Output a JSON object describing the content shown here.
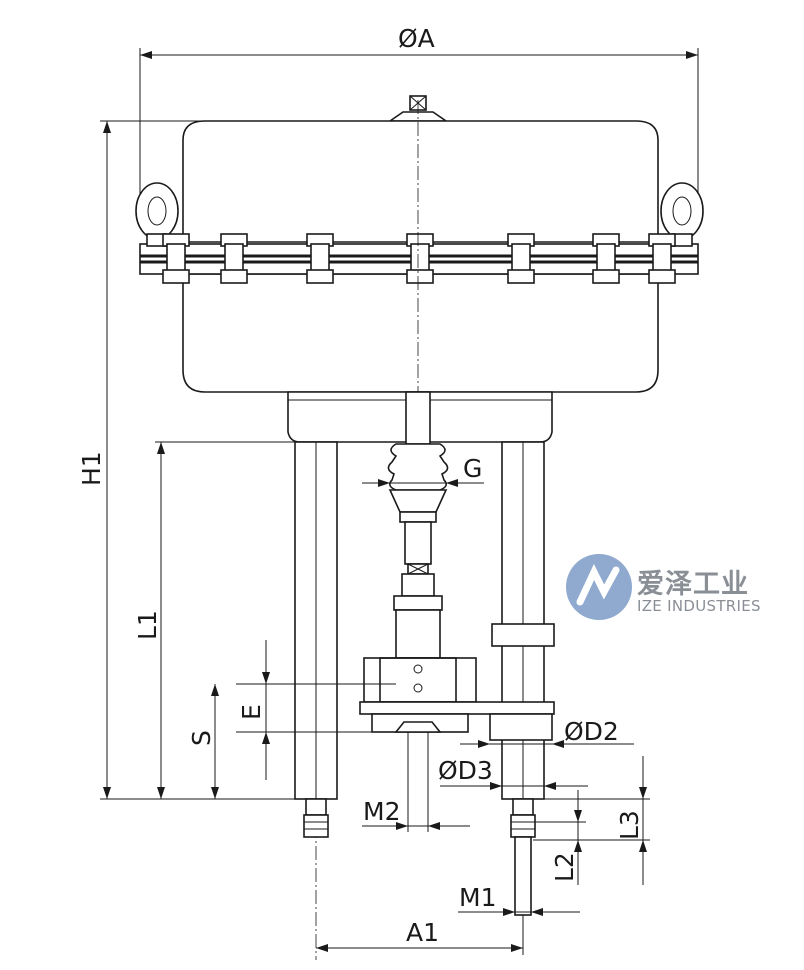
{
  "labels": {
    "phi_a": "ØA",
    "h1": "H1",
    "g": "G",
    "l1": "L1",
    "e": "E",
    "s": "S",
    "phi_d2": "ØD2",
    "phi_d3": "ØD3",
    "m2": "M2",
    "m1": "M1",
    "l3": "L3",
    "l2": "L2",
    "a1": "A1"
  },
  "watermark": {
    "name_cn": "爱泽工业",
    "name_en": "IZE INDUSTRIES",
    "color": "#8fa9cf"
  }
}
